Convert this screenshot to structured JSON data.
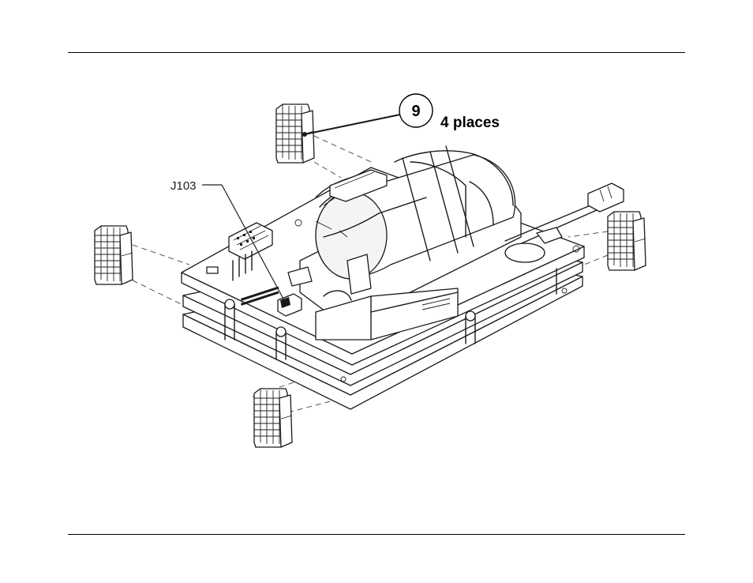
{
  "callout": {
    "item_number": "9",
    "quantity_note": "4 places"
  },
  "reference_designator": "J103"
}
